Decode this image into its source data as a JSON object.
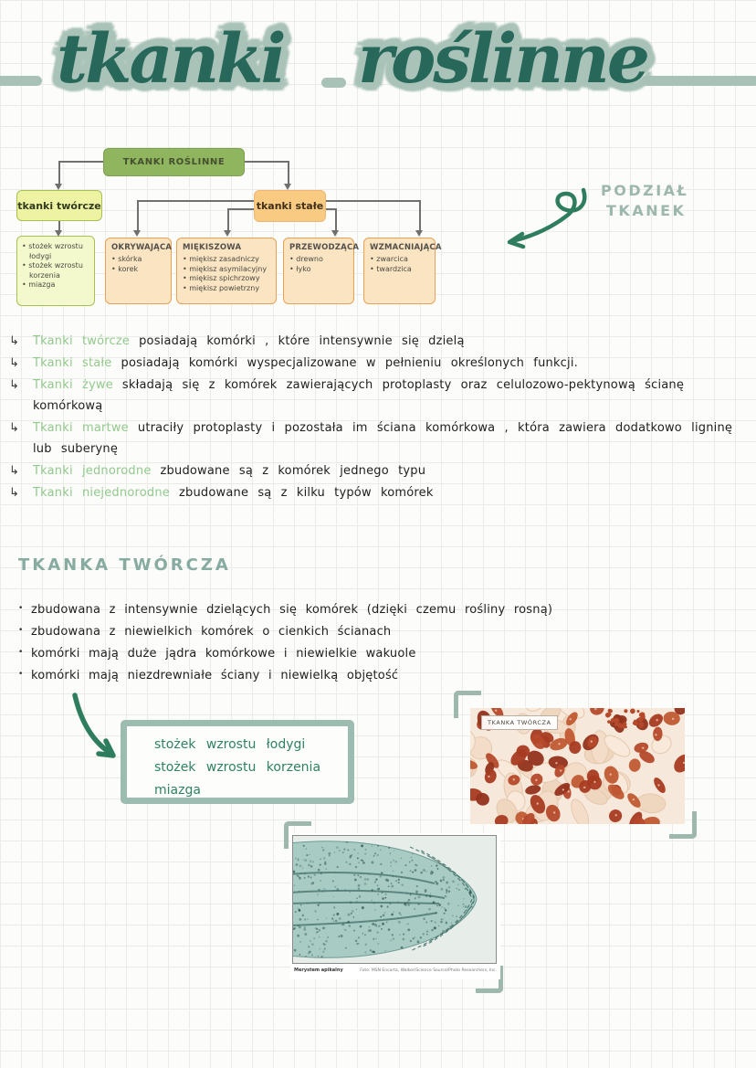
{
  "title": {
    "word1": "tkanki",
    "word2": "roślinne"
  },
  "podzial": {
    "line1": "PODZIAŁ",
    "line2": "TKANEK"
  },
  "flowchart": {
    "root_label": "TKANKI ROŚLINNE",
    "tworcze": {
      "label": "tkanki twórcze",
      "items": [
        "stożek wzrostu łodygi",
        "stożek wzrostu korzenia",
        "miazga"
      ]
    },
    "stale": {
      "label": "tkanki stałe",
      "children": [
        {
          "title": "OKRYWAJĄCA",
          "items": [
            "skórka",
            "korek"
          ]
        },
        {
          "title": "MIĘKISZOWA",
          "items": [
            "miękisz zasadniczy",
            "miękisz asymilacyjny",
            "miękisz spichrzowy",
            "miękisz powietrzny"
          ]
        },
        {
          "title": "PRZEWODZĄCA",
          "items": [
            "drewno",
            "łyko"
          ]
        },
        {
          "title": "WZMACNIAJĄCA",
          "items": [
            "zwarcica",
            "twardzica"
          ]
        }
      ]
    }
  },
  "notes": [
    {
      "term": "Tkanki twórcze",
      "text": "posiadają komórki , które intensywnie się dzielą"
    },
    {
      "term": "Tkanki stałe",
      "text": "posiadają komórki wyspecjalizowane w pełnieniu określonych funkcji."
    },
    {
      "term": "Tkanki żywe",
      "text": "składają się z komórek zawierających protoplasty oraz celulozowo-pektynową ścianę komórkową"
    },
    {
      "term": "Tkanki martwe",
      "text": "utraciły protoplasty i pozostała im ściana komórkowa , która zawiera dodatkowo ligninę lub suberynę"
    },
    {
      "term": "Tkanki jednorodne",
      "text": "zbudowane są z komórek jednego typu"
    },
    {
      "term": "Tkanki niejednorodne",
      "text": "zbudowane są z kilku typów komórek"
    }
  ],
  "section": {
    "heading": "TKANKA TWÓRCZA",
    "bullets": [
      "zbudowana z intensywnie dzielących się komórek (dzięki czemu rośliny rosną)",
      "zbudowana z niewielkich komórek o cienkich ścianach",
      "komórki mają duże jądra komórkowe i niewielkie wakuole",
      "komórki mają niezdrewniałe ściany i niewielką objętość"
    ],
    "box_lines": [
      "stożek wzrostu łodygi",
      "stożek wzrostu korzenia",
      "miazga"
    ]
  },
  "figures": {
    "meristem_label": "TKANKA TWÓRCZA",
    "caption_left": "Merystem apikalny",
    "caption_right": "Foto: MSN Encarta, Walker/Science Source/Photo Researchers, Inc."
  },
  "colors": {
    "title_ink": "#27685a",
    "title_halo": "#aac3b9",
    "root_box": "#8fb55f",
    "tworcze_box": "#eef3a4",
    "stale_box": "#f8ca82",
    "child_box": "#fae4c2",
    "term_green": "#92c98c",
    "heading_teal": "#87aba1",
    "arrow_green": "#2f7d5f",
    "bracket_sage": "#9fb8ae",
    "nuclei_red": "#b5492b",
    "root_tip_teal": "#a8cbc4"
  }
}
